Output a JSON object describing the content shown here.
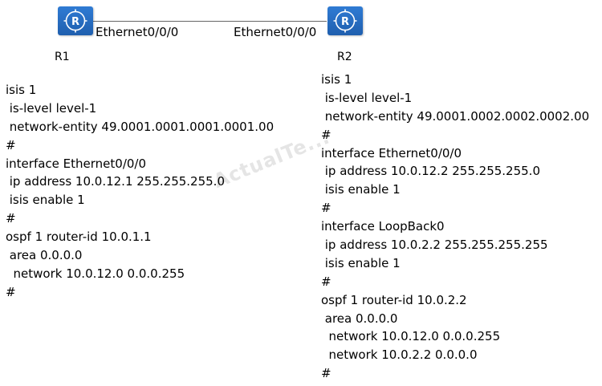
{
  "topology": {
    "r1": {
      "name": "R1",
      "port": "Ethernet0/0/0"
    },
    "r2": {
      "name": "R2",
      "port": "Ethernet0/0/0"
    },
    "router_icon_letter": "R"
  },
  "watermark": "ActualTe...",
  "configs": {
    "r1": [
      "isis 1",
      " is-level level-1",
      " network-entity 49.0001.0001.0001.0001.00",
      "#",
      "interface Ethernet0/0/0",
      " ip address 10.0.12.1 255.255.255.0",
      " isis enable 1",
      "#",
      "ospf 1 router-id 10.0.1.1",
      " area 0.0.0.0",
      "  network 10.0.12.0 0.0.0.255",
      "#"
    ],
    "r2": [
      "isis 1",
      " is-level level-1",
      " network-entity 49.0001.0002.0002.0002.00",
      "#",
      "interface Ethernet0/0/0",
      " ip address 10.0.12.2 255.255.255.0",
      " isis enable 1",
      "#",
      "interface LoopBack0",
      " ip address 10.0.2.2 255.255.255.255",
      " isis enable 1",
      "#",
      "ospf 1 router-id 10.0.2.2",
      " area 0.0.0.0",
      "  network 10.0.12.0 0.0.0.255",
      "  network 10.0.2.2 0.0.0.0",
      "#"
    ]
  }
}
